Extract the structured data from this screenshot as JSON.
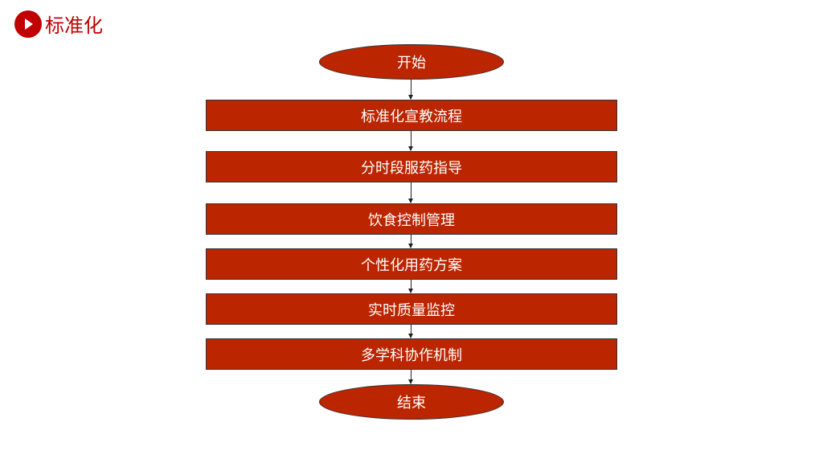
{
  "header": {
    "title": "标准化",
    "icon": "play-circle-icon",
    "accent": "#C00000"
  },
  "flow": {
    "start": "开始",
    "steps": [
      "标准化宣教流程",
      "分时段服药指导",
      "饮食控制管理",
      "个性化用药方案",
      "实时质量监控",
      "多学科协作机制"
    ],
    "end": "结束",
    "fill": "#BB2500"
  }
}
